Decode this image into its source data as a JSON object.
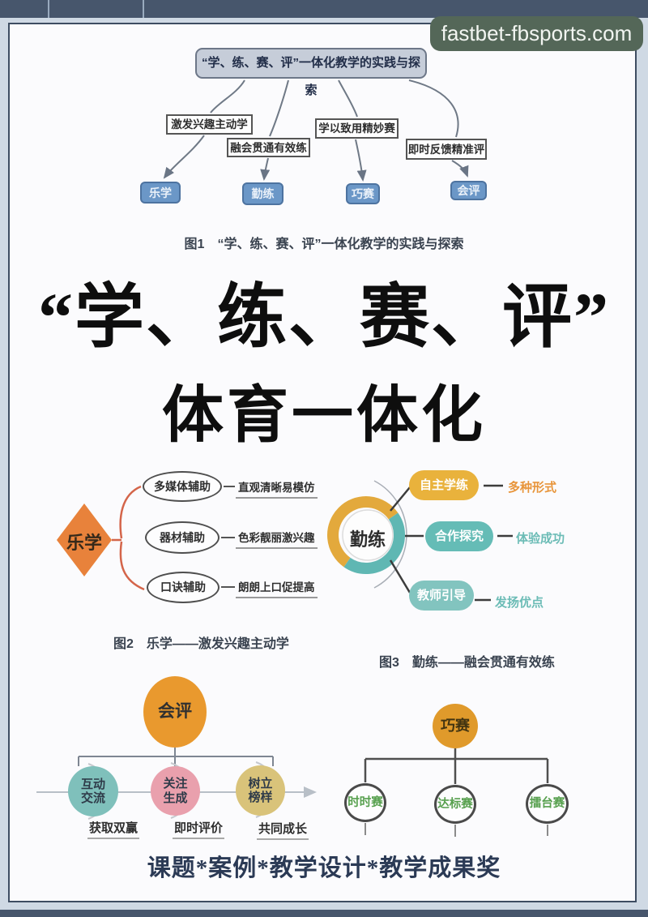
{
  "banner": {
    "url_text": "fastbet-fbsports.com",
    "bg_color": "#546758",
    "text_color": "#f2f5f1"
  },
  "figure1": {
    "root": "“学、练、赛、评”一体化教学的实践与探索",
    "branches": [
      "激发兴趣主动学",
      "融会贯通有效练",
      "学以致用精妙赛",
      "即时反馈精准评"
    ],
    "leaves": [
      "乐学",
      "勤练",
      "巧赛",
      "会评"
    ],
    "leaf_color": "#6b97c7",
    "caption": "图1　“学、练、赛、评”一体化教学的实践与探索"
  },
  "headline": {
    "line1": "“学、练、赛、评”",
    "line2": "体育一体化"
  },
  "figure2": {
    "center": "乐学",
    "center_color": "#e8823b",
    "nodes": [
      {
        "label": "多媒体辅助",
        "note": "直观清晰易模仿"
      },
      {
        "label": "器材辅助",
        "note": "色彩靓丽激兴趣"
      },
      {
        "label": "口诀辅助",
        "note": "朗朗上口促提高"
      }
    ],
    "caption": "图2　乐学——激发兴趣主动学"
  },
  "figure3": {
    "center": "勤练",
    "ring_colors": [
      "#e3a93c",
      "#5fb7b3"
    ],
    "nodes": [
      {
        "label": "自主学练",
        "note": "多种形式",
        "color": "#e9b23c"
      },
      {
        "label": "合作探究",
        "note": "体验成功",
        "color": "#65bcb6"
      },
      {
        "label": "教师引导",
        "note": "发扬优点",
        "color": "#82c4bf"
      }
    ],
    "caption": "图3　勤练——融会贯通有效练"
  },
  "figure4": {
    "center": "会评",
    "center_color": "#e9992e",
    "nodes": [
      {
        "label_top": "互动",
        "label_bottom": "交流",
        "note": "获取双赢",
        "color": "#7fc0bb"
      },
      {
        "label_top": "关注",
        "label_bottom": "生成",
        "note": "即时评价",
        "color": "#e9a0ad"
      },
      {
        "label_top": "树立",
        "label_bottom": "榜样",
        "note": "共同成长",
        "color": "#d9c37a"
      }
    ]
  },
  "figure5": {
    "center": "巧赛",
    "center_color": "#e09a2b",
    "nodes": [
      "时时赛",
      "达标赛",
      "擂台赛"
    ],
    "node_text_color": "#57a04e"
  },
  "footer": {
    "caption": "课题*案例*教学设计*教学成果奖"
  },
  "colors": {
    "page_margin": "#cfd9e4",
    "frame_bar": "#47566c",
    "card_bg": "#fbfbfd",
    "card_border": "#3e4d62",
    "headline_text": "#0e0e0e",
    "caption_text": "#3a4350",
    "footer_text": "#2b3a55"
  }
}
